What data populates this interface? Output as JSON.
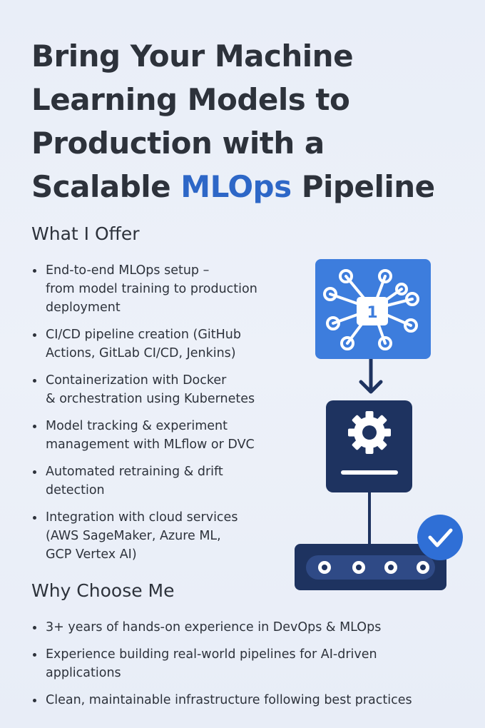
{
  "title": {
    "line1": "Bring Your Machine",
    "line2": "Learning Models to",
    "line3": "Production with a",
    "line4_before": "Scalable ",
    "line4_accent": "MLOps",
    "line4_after": " Pipeline"
  },
  "offer": {
    "heading": "What I Offer",
    "items": [
      {
        "line1": "End-to-end MLOps setup –",
        "line2": "from model training to production",
        "line3": "deployment"
      },
      {
        "line1": "CI/CD pipeline creation (GitHub",
        "line2": "Actions, GitLab CI/CD, Jenkins)"
      },
      {
        "line1": "Containerization with Docker",
        "line2": "& orchestration using Kubernetes"
      },
      {
        "line1": "Model tracking & experiment",
        "line2": "management with MLflow or DVC"
      },
      {
        "line1": "Automated retraining & drift",
        "line2": "detection"
      },
      {
        "line1": "Integration with cloud services",
        "line2": "(AWS SageMaker, Azure ML,",
        "line3": "GCP Vertex AI)"
      }
    ]
  },
  "why": {
    "heading": "Why Choose Me",
    "items": [
      {
        "line1": "3+ years of hands-on experience in DevOps & MLOps"
      },
      {
        "line1": "Experience building real-world pipelines for AI-driven",
        "line2": "applications"
      },
      {
        "line1": "Clean, maintainable infrastructure following best practices"
      }
    ]
  },
  "graphic": {
    "model_badge": "1",
    "colors": {
      "blue": "#3d7ddd",
      "navy": "#1e3360",
      "check": "#2f6fd6"
    },
    "icons": [
      "neural-network-icon",
      "arrow-down-icon",
      "gear-icon",
      "server-icon",
      "checkmark-icon"
    ]
  }
}
